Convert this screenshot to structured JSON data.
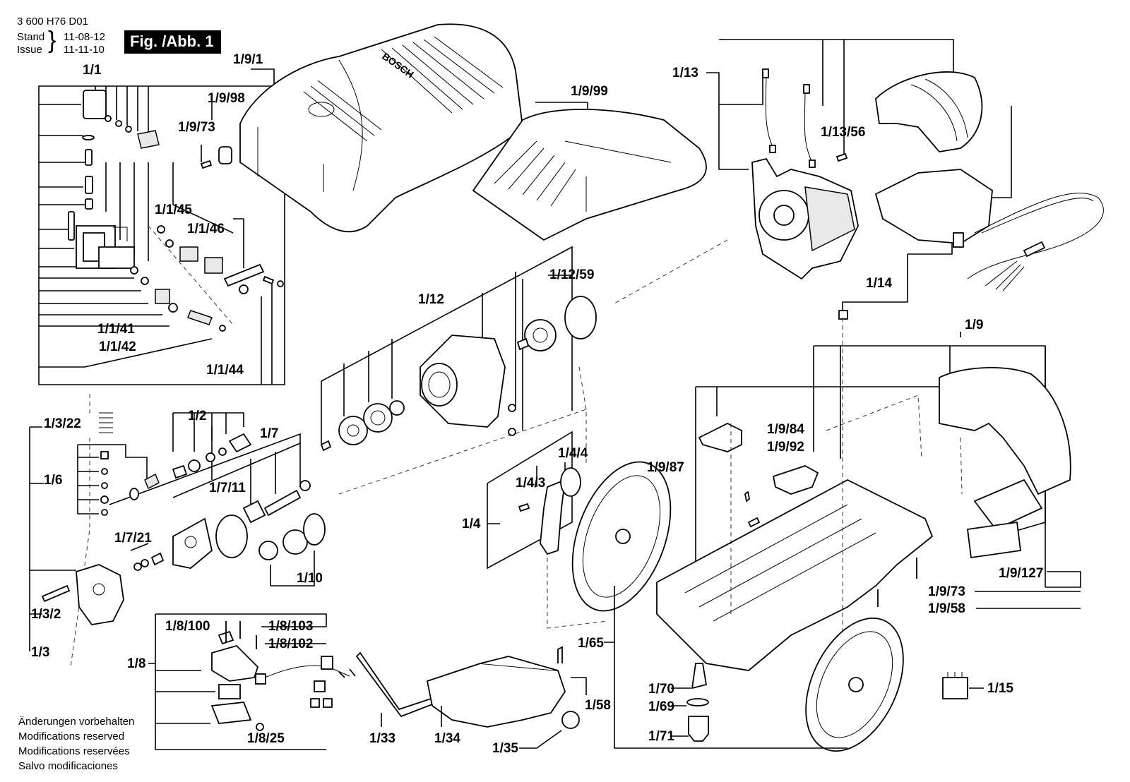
{
  "header": {
    "doc_number": "3 600 H76 D01",
    "stand_label": "Stand",
    "issue_label": "Issue",
    "stand_date_struck": "11-08-12",
    "issue_date": "11-11-10",
    "figure_title": "Fig. /Abb. 1"
  },
  "footer": {
    "notes": [
      "Änderungen vorbehalten",
      "Modifications reserved",
      "Modifications reservées",
      "Salvo modificaciones"
    ]
  },
  "brand_logo_text": "BOSCH",
  "part_labels": {
    "p1_1": "1/1",
    "p1_1_45": "1/1/45",
    "p1_1_46": "1/1/46",
    "p1_1_41": "1/1/41",
    "p1_1_42": "1/1/42",
    "p1_1_44": "1/1/44",
    "p1_9_1": "1/9/1",
    "p1_9_98": "1/9/98",
    "p1_9_73_top": "1/9/73",
    "p1_9_99": "1/9/99",
    "p1_13": "1/13",
    "p1_13_56": "1/13/56",
    "p1_14": "1/14",
    "p1_12": "1/12",
    "p1_12_59": "1/12/59",
    "p1_3_22": "1/3/22",
    "p1_2": "1/2",
    "p1_7": "1/7",
    "p1_6": "1/6",
    "p1_7_11": "1/7/11",
    "p1_7_21": "1/7/21",
    "p1_10": "1/10",
    "p1_3_2": "1/3/2",
    "p1_3": "1/3",
    "p1_4_4": "1/4/4",
    "p1_4_3": "1/4/3",
    "p1_4": "1/4",
    "p1_9": "1/9",
    "p1_9_84": "1/9/84",
    "p1_9_92": "1/9/92",
    "p1_9_87": "1/9/87",
    "p1_9_127": "1/9/127",
    "p1_9_73": "1/9/73",
    "p1_9_58": "1/9/58",
    "p1_65": "1/65",
    "p1_8_100": "1/8/100",
    "p1_8_103": "1/8/103",
    "p1_8_102": "1/8/102",
    "p1_8": "1/8",
    "p1_8_25": "1/8/25",
    "p1_33": "1/33",
    "p1_34": "1/34",
    "p1_35": "1/35",
    "p1_58": "1/58",
    "p1_70": "1/70",
    "p1_69": "1/69",
    "p1_71": "1/71",
    "p1_15": "1/15"
  }
}
